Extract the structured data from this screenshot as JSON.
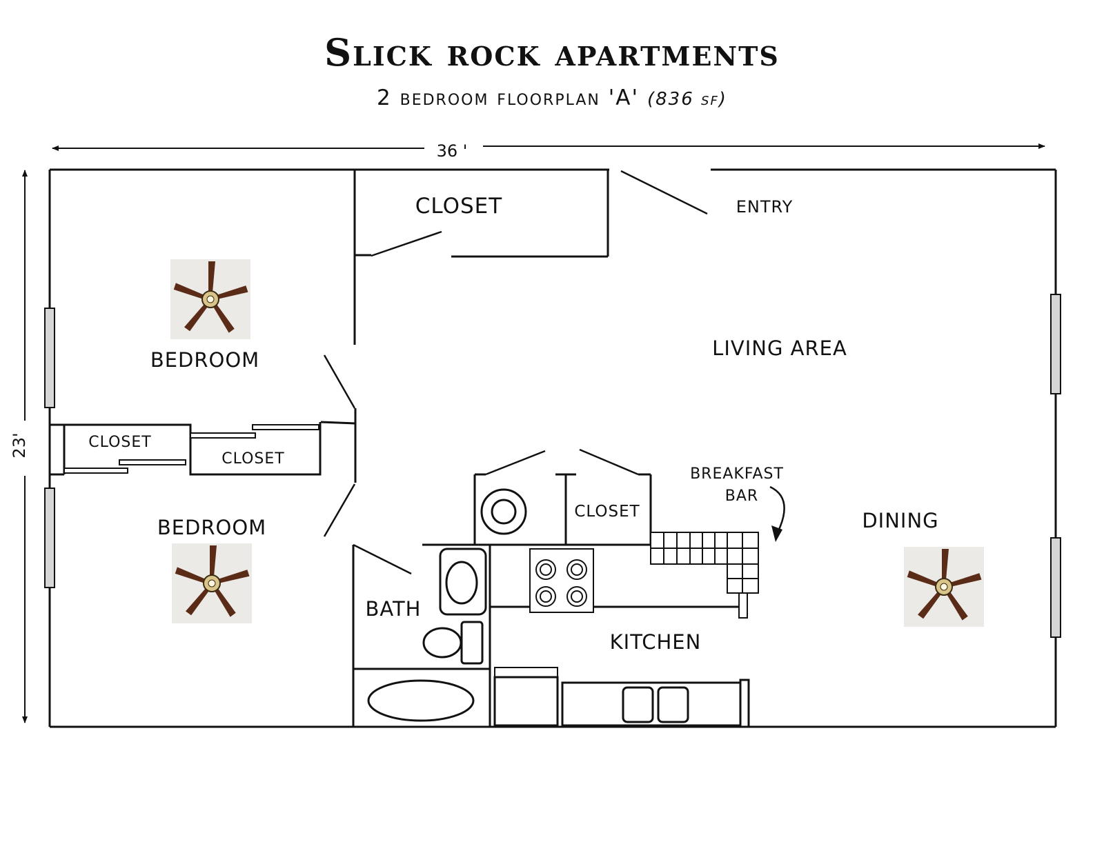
{
  "title": "Slick rock apartments",
  "subtitle": "2 bedroom floorplan 'A'",
  "area_label": "(836 sf)",
  "dimensions": {
    "width": "36 '",
    "height": "23'"
  },
  "rooms": {
    "closet_top": "CLOSET",
    "entry": "ENTRY",
    "bedroom_top": "BEDROOM",
    "living_area": "LIVING AREA",
    "closet_left": "CLOSET",
    "closet_right": "CLOSET",
    "bedroom_bottom": "BEDROOM",
    "closet_center": "CLOSET",
    "breakfast_line1": "BREAKFAST",
    "breakfast_line2": "BAR",
    "dining": "DINING",
    "bath": "BATH",
    "kitchen": "KITCHEN"
  },
  "icons": {
    "ceiling_fan": "ceiling-fan-icon",
    "arrow": "curved-arrow-icon"
  },
  "colors": {
    "fan_blade": "#5a2b16",
    "window": "#d6d6d6"
  }
}
